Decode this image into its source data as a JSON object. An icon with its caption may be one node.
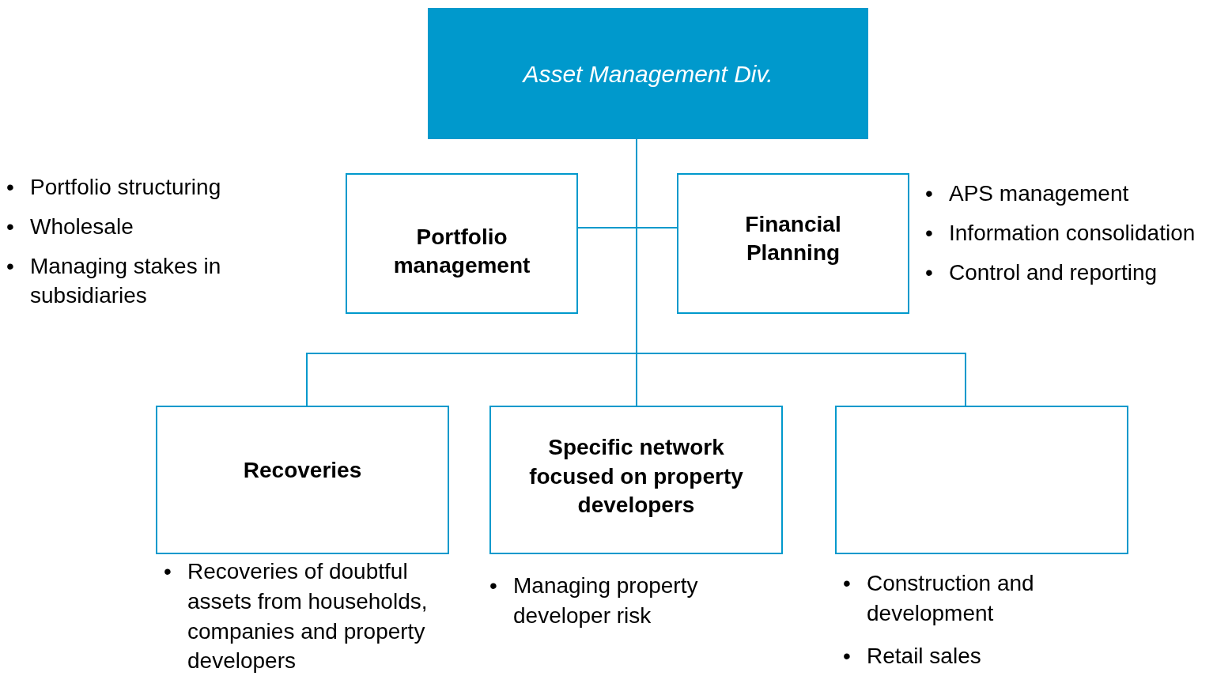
{
  "diagram": {
    "nodes": [
      {
        "text": [
          "Asset Management Div."
        ]
      },
      {
        "text": [
          "Portfolio management"
        ],
        "beside": [
          "• Portfolio structuring",
          "• Wholesale",
          "• Managing stakes in subsidiaries"
        ]
      },
      {
        "text": [
          "Financial Planning"
        ],
        "beside": [
          "• APS management",
          "• Information consolidation",
          "• Control and reporting"
        ]
      },
      {
        "text": [
          "Recoveries"
        ],
        "beside": [
          "• Recoveries of doubtful assets from households, companies and property developers"
        ]
      },
      {
        "text": [
          "Specific network focused on property developers"
        ],
        "beside": [
          "• Managing property developer risk"
        ]
      },
      {
        "text": [],
        "shape": "box",
        "beside": [
          "• Construction and development",
          "• Retail sales"
        ]
      }
    ],
    "edges": [
      {
        "from": 0,
        "to": 1,
        "arrow": "none"
      },
      {
        "from": 0,
        "to": 2,
        "arrow": "none"
      },
      {
        "from": 0,
        "to": 3,
        "arrow": "none"
      },
      {
        "from": 0,
        "to": 4,
        "arrow": "none"
      },
      {
        "from": 0,
        "to": 5,
        "arrow": "none"
      }
    ]
  }
}
